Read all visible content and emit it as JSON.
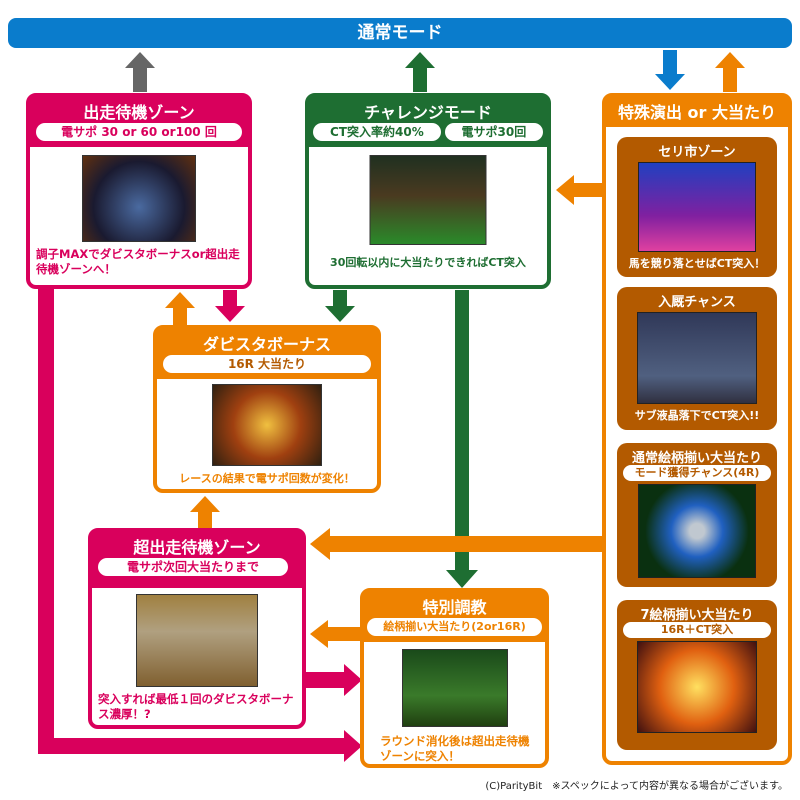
{
  "top_mode": "通常モード",
  "colors": {
    "blue": "#0a7ccc",
    "pink": "#d9005c",
    "green": "#1e6e32",
    "orange": "#ee8200",
    "brown": "#b35a00"
  },
  "standby": {
    "title": "出走待機ゾーン",
    "pill": "電サポ 30 or 60 or100 回",
    "caption": "調子MAXでダビスタボーナスor超出走待機ゾーンへ！"
  },
  "challenge": {
    "title": "チャレンジモード",
    "pill1": "CT突入率約40%",
    "pill2": "電サポ30回",
    "caption": "30回転以内に大当たりできればCT突入"
  },
  "special": {
    "title": "特殊演出 or 大当たり",
    "cards": [
      {
        "title": "セリ市ゾーン",
        "caption": "馬を競り落とせばCT突入！"
      },
      {
        "title": "入厩チャンス",
        "caption": "サブ液晶落下でCT突入!!"
      },
      {
        "title": "通常絵柄揃い大当たり",
        "pill": "モード獲得チャンス(4R)"
      },
      {
        "title": "7絵柄揃い大当たり",
        "pill": "16R＋CT突入"
      }
    ]
  },
  "dabista": {
    "title": "ダビスタボーナス",
    "pill": "16R 大当たり",
    "caption": "レースの結果で電サポ回数が変化！"
  },
  "super_standby": {
    "title": "超出走待機ゾーン",
    "pill": "電サポ次回大当たりまで",
    "caption": "突入すれば最低１回のダビスタボーナス濃厚！?"
  },
  "training": {
    "title": "特別調教",
    "pill": "絵柄揃い大当たり(2or16R)",
    "caption": "ラウンド消化後は超出走待機ゾーンに突入！"
  },
  "footer": "(C)ParityBit　※スペックによって内容が異なる場合がございます。"
}
